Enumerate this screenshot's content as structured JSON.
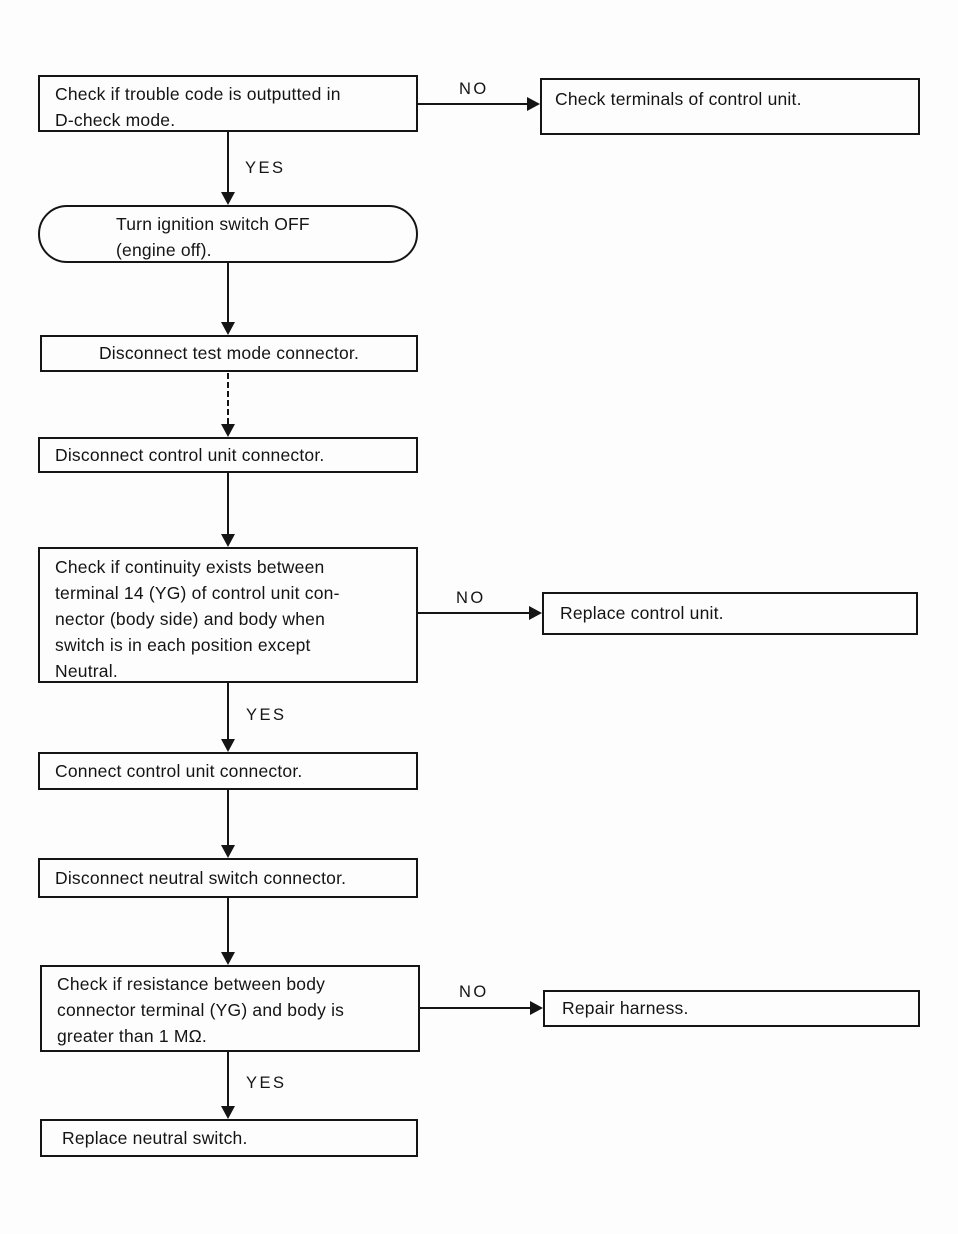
{
  "labels": {
    "yes": "YES",
    "no": "NO"
  },
  "nodes": {
    "check_trouble_code": {
      "shape": "rect",
      "lines": [
        "Check if trouble code is outputted in",
        "D-check mode."
      ]
    },
    "check_terminals": {
      "shape": "rect",
      "lines": [
        "Check terminals of control unit."
      ]
    },
    "ignition_off": {
      "shape": "stadium",
      "lines": [
        "Turn ignition switch OFF",
        "(engine off)."
      ]
    },
    "disconnect_test_mode": {
      "shape": "rect",
      "lines": [
        "Disconnect test mode connector."
      ]
    },
    "disconnect_control_unit": {
      "shape": "rect",
      "lines": [
        "Disconnect control unit connector."
      ]
    },
    "check_continuity": {
      "shape": "rect",
      "lines": [
        "Check if continuity exists between",
        "terminal 14 (YG) of control unit con-",
        "nector (body side) and body when",
        "switch is in each position except",
        "Neutral."
      ]
    },
    "replace_control_unit": {
      "shape": "rect",
      "lines": [
        "Replace control unit."
      ]
    },
    "connect_control_unit": {
      "shape": "rect",
      "lines": [
        "Connect control unit connector."
      ]
    },
    "disconnect_neutral_switch": {
      "shape": "rect",
      "lines": [
        "Disconnect neutral switch connector."
      ]
    },
    "check_resistance": {
      "shape": "rect",
      "lines": [
        "Check if resistance between body",
        "connector terminal (YG) and body is",
        "greater than 1 MΩ."
      ]
    },
    "repair_harness": {
      "shape": "rect",
      "lines": [
        "Repair harness."
      ]
    },
    "replace_neutral_switch": {
      "shape": "rect",
      "lines": [
        "Replace neutral switch."
      ]
    }
  },
  "edges": [
    {
      "from": "check_trouble_code",
      "to": "ignition_off",
      "label": "YES",
      "style": "solid",
      "direction": "down"
    },
    {
      "from": "check_trouble_code",
      "to": "check_terminals",
      "label": "NO",
      "style": "solid",
      "direction": "right"
    },
    {
      "from": "ignition_off",
      "to": "disconnect_test_mode",
      "label": "",
      "style": "solid",
      "direction": "down"
    },
    {
      "from": "disconnect_test_mode",
      "to": "disconnect_control_unit",
      "label": "",
      "style": "dashed",
      "direction": "down"
    },
    {
      "from": "disconnect_control_unit",
      "to": "check_continuity",
      "label": "",
      "style": "solid",
      "direction": "down"
    },
    {
      "from": "check_continuity",
      "to": "replace_control_unit",
      "label": "NO",
      "style": "solid",
      "direction": "right"
    },
    {
      "from": "check_continuity",
      "to": "connect_control_unit",
      "label": "YES",
      "style": "solid",
      "direction": "down"
    },
    {
      "from": "connect_control_unit",
      "to": "disconnect_neutral_switch",
      "label": "",
      "style": "solid",
      "direction": "down"
    },
    {
      "from": "disconnect_neutral_switch",
      "to": "check_resistance",
      "label": "",
      "style": "solid",
      "direction": "down"
    },
    {
      "from": "check_resistance",
      "to": "repair_harness",
      "label": "NO",
      "style": "solid",
      "direction": "right"
    },
    {
      "from": "check_resistance",
      "to": "replace_neutral_switch",
      "label": "YES",
      "style": "solid",
      "direction": "down"
    }
  ],
  "colors": {
    "ink": "#151515",
    "background": "#fdfdfd"
  }
}
